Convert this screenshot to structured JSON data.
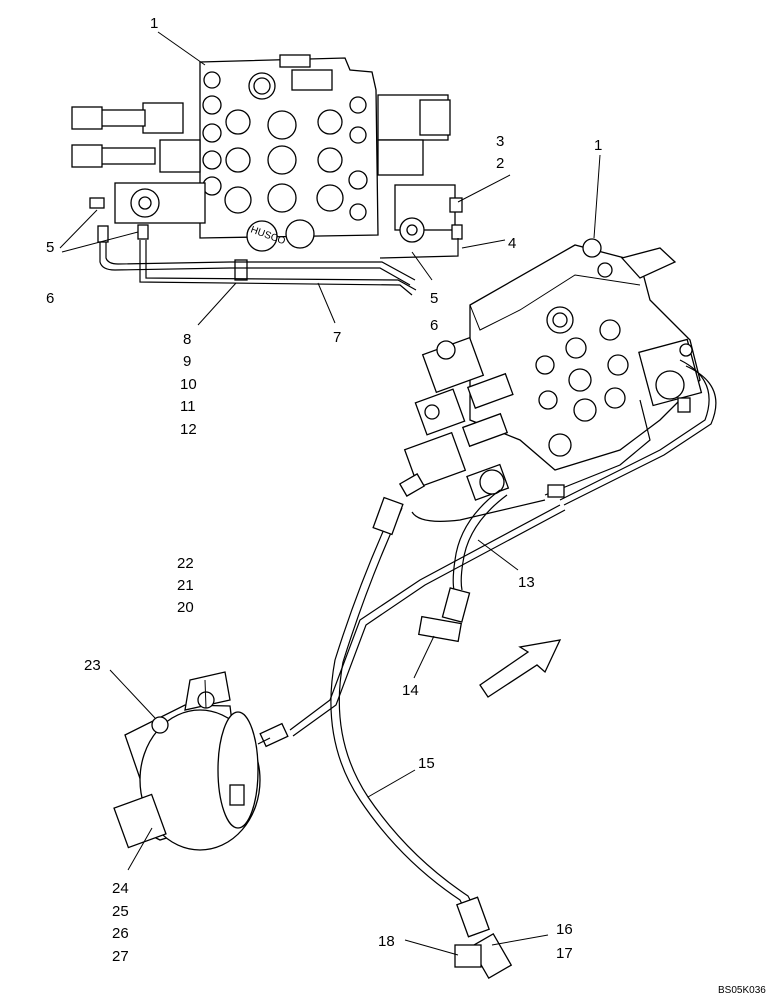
{
  "drawing_code": "BS05K036",
  "callouts": {
    "top_1": "1",
    "top_3": "3",
    "top_2": "2",
    "top_4": "4",
    "top_5a": "5",
    "top_6a": "6",
    "top_5b": "5",
    "top_6b": "6",
    "top_7": "7",
    "group_8": [
      "8",
      "9",
      "10",
      "11",
      "12"
    ],
    "right_1": "1",
    "right_13": "13",
    "right_14": "14",
    "group_20": [
      "22",
      "21",
      "20"
    ],
    "left_23": "23",
    "group_24": [
      "24",
      "25",
      "26",
      "27"
    ],
    "right_15": "15",
    "group_16": [
      "16",
      "17"
    ],
    "left_18": "18"
  },
  "icons": [
    "front-direction-arrow-icon"
  ]
}
